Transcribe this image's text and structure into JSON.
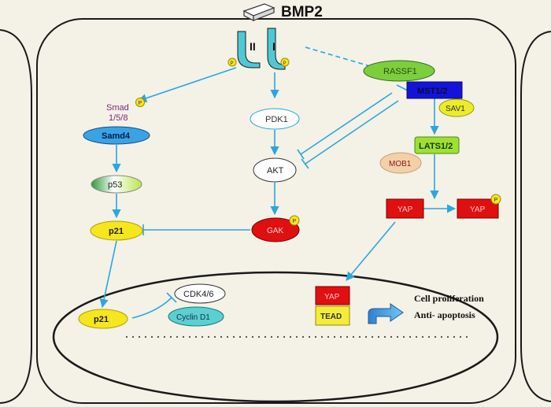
{
  "ligand": "BMP2",
  "receptor": {
    "type2": "II",
    "type1": "I",
    "phos": "P"
  },
  "nodes": {
    "smad": "Smad",
    "smad_sub": "1/5/8",
    "smad_p": "P",
    "samd4": "Samd4",
    "p53": "p53",
    "p21_cyto": "p21",
    "p21_nuc": "p21",
    "pdk1": "PDK1",
    "akt": "AKT",
    "gak": "GAK",
    "gak_p": "P",
    "rassf1": "RASSF1",
    "mst": "MST1/2",
    "sav1": "SAV1",
    "lats": "LATS1/2",
    "mob1": "MOB1",
    "yap1": "YAP",
    "yap2": "YAP",
    "yap2_p": "P",
    "yap_nuc": "YAP",
    "tead": "TEAD",
    "cdk": "CDK4/6",
    "cyclin": "Cyclin D1"
  },
  "outcomes": {
    "line1": "Cell proliferation",
    "line2": "Anti- apoptosis"
  },
  "colors": {
    "arrow": "#2aa6e0",
    "yap_red": "#e01010",
    "mst_blue": "#1414d8",
    "rassf_green": "#7ccf3c",
    "lats_green": "#9ee032",
    "sav_yellow": "#ecec2a",
    "p21_yellow": "#f5e61e",
    "samd4_blue": "#39a4e4",
    "cyclin_cyan": "#5ad0d0",
    "mob_peach": "#f3d0a8",
    "tead_yellow": "#f3ec3a",
    "receptor_cyan": "#4fc8d6",
    "membrane": "#1a1a1a"
  }
}
